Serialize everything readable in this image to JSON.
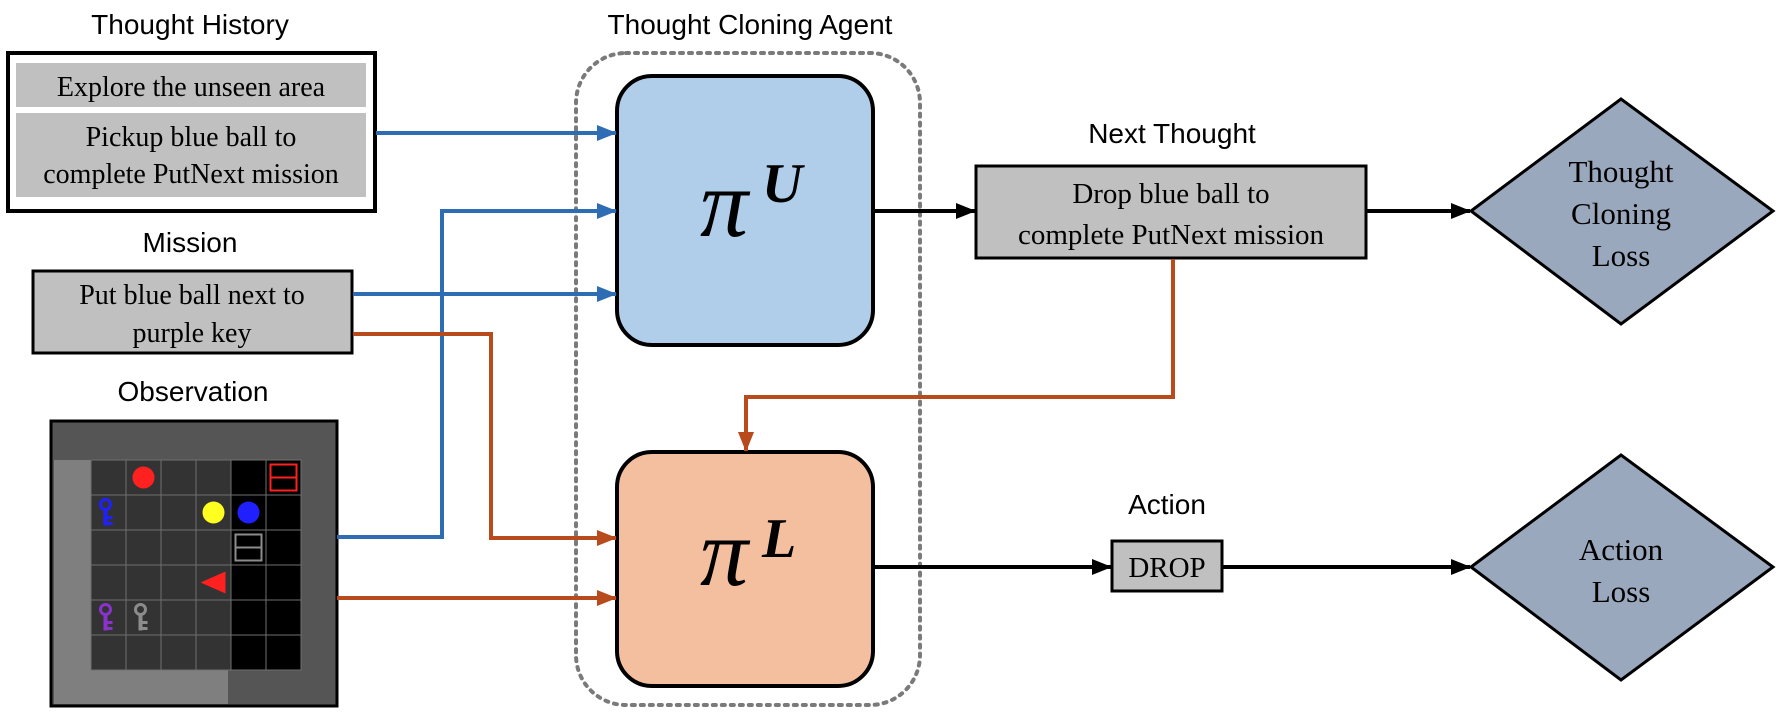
{
  "labels": {
    "thought_history": "Thought History",
    "thought_cloning_agent": "Thought Cloning Agent",
    "mission": "Mission",
    "observation": "Observation",
    "next_thought": "Next Thought",
    "action": "Action"
  },
  "thought_history": {
    "entry1": "Explore the unseen area",
    "entry2_line1": "Pickup blue ball to",
    "entry2_line2": "complete PutNext mission"
  },
  "mission": {
    "line1": "Put blue ball next to",
    "line2": "purple key"
  },
  "upper_policy": {
    "symbol": "π",
    "superscript": "U"
  },
  "lower_policy": {
    "symbol": "π",
    "superscript": "L"
  },
  "next_thought": {
    "line1": "Drop blue ball to",
    "line2": "complete PutNext mission"
  },
  "action": {
    "value": "DROP"
  },
  "thought_loss": {
    "line1": "Thought",
    "line2": "Cloning",
    "line3": "Loss"
  },
  "action_loss": {
    "line1": "Action",
    "line2": "Loss"
  },
  "colors": {
    "upper_policy_fill": "#b0cde9",
    "lower_policy_fill": "#f4bf9f",
    "text_box_fill": "#c0c0c0",
    "loss_fill": "#9aa8bd",
    "blue_arrow": "#2e6db4",
    "orange_arrow": "#b84a1c",
    "black_arrow": "#000000"
  },
  "observation_grid": {
    "rows": 6,
    "cols": 6,
    "objects": [
      {
        "type": "ball",
        "color": "red",
        "row": 0,
        "col": 1
      },
      {
        "type": "box",
        "color": "red",
        "row": 0,
        "col": 5
      },
      {
        "type": "key",
        "color": "blue",
        "row": 1,
        "col": 0
      },
      {
        "type": "ball",
        "color": "yellow",
        "row": 1,
        "col": 3
      },
      {
        "type": "ball",
        "color": "blue",
        "row": 1,
        "col": 4
      },
      {
        "type": "box",
        "color": "grey",
        "row": 2,
        "col": 4
      },
      {
        "type": "agent",
        "color": "red",
        "row": 3,
        "col": 3
      },
      {
        "type": "key",
        "color": "purple",
        "row": 4,
        "col": 0
      },
      {
        "type": "key",
        "color": "grey",
        "row": 4,
        "col": 1
      }
    ]
  }
}
